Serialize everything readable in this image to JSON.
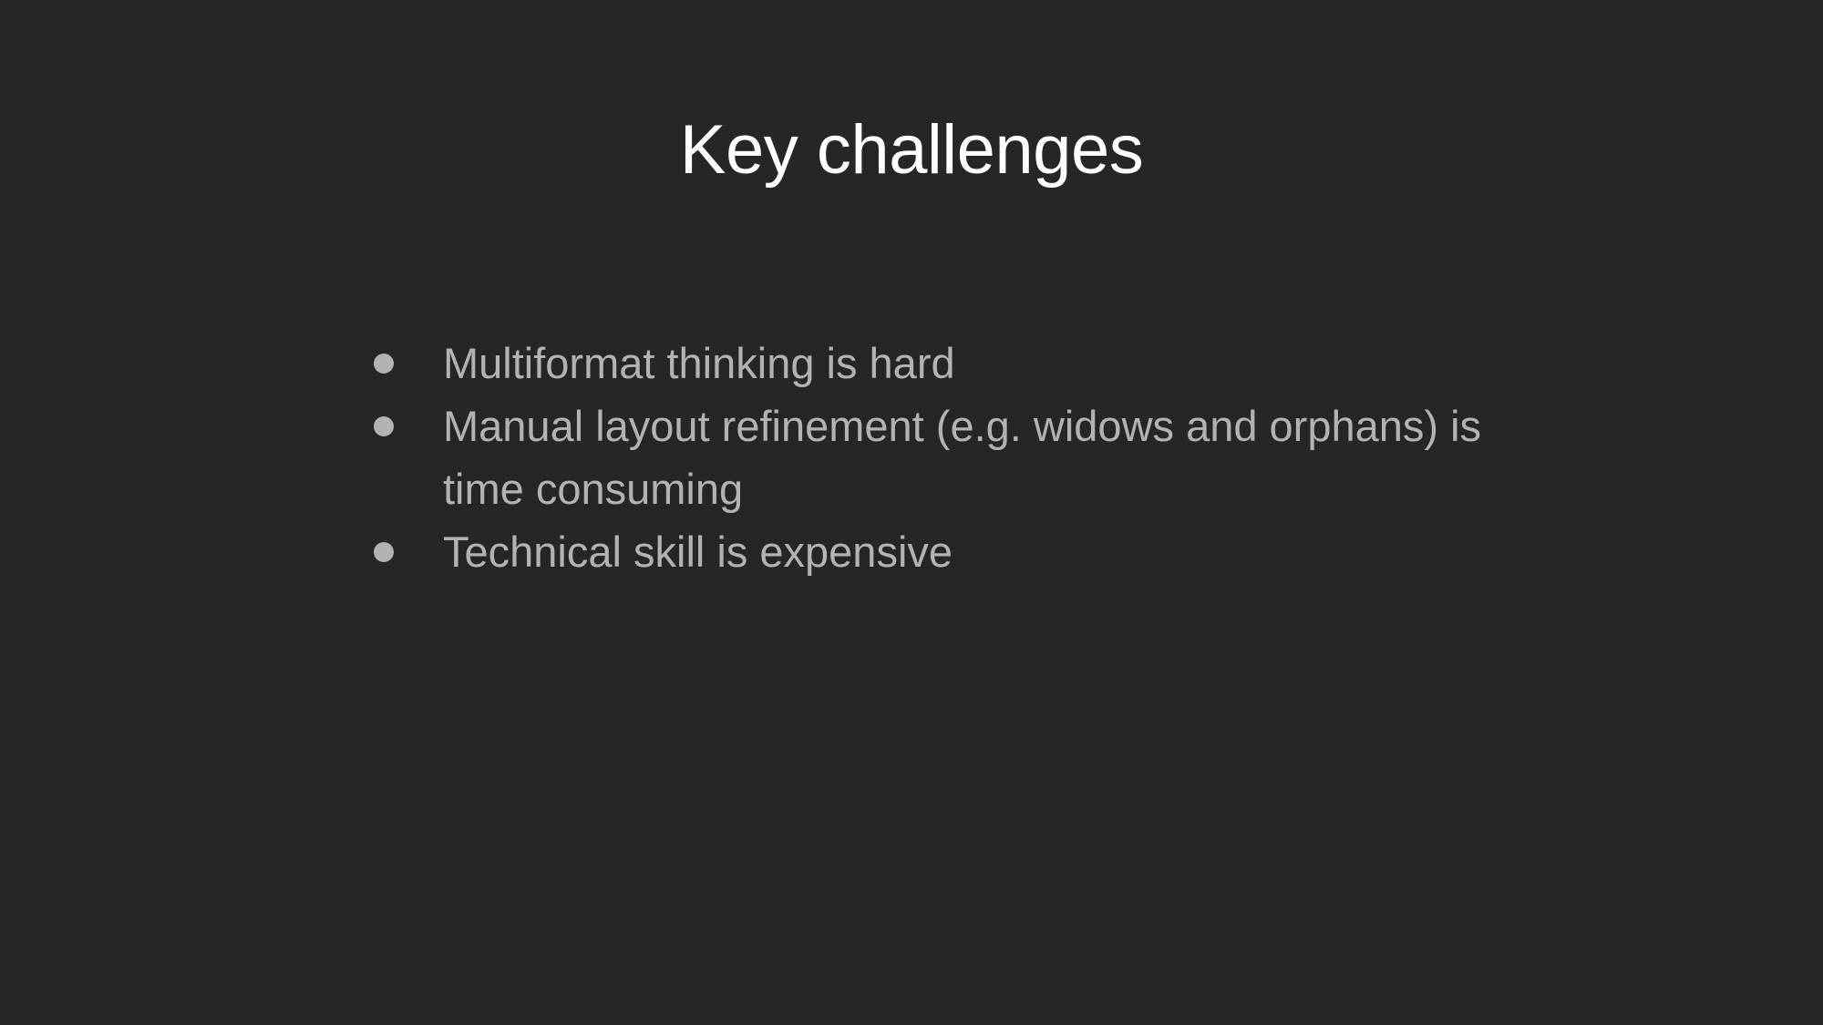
{
  "slide": {
    "title": "Key challenges",
    "bullets": [
      "Multiformat thinking is hard",
      "Manual layout refinement (e.g. widows and orphans) is time consuming",
      "Technical skill is expensive"
    ]
  },
  "colors": {
    "background": "#262626",
    "title": "#ffffff",
    "bullet_text": "#b3b3b3"
  }
}
